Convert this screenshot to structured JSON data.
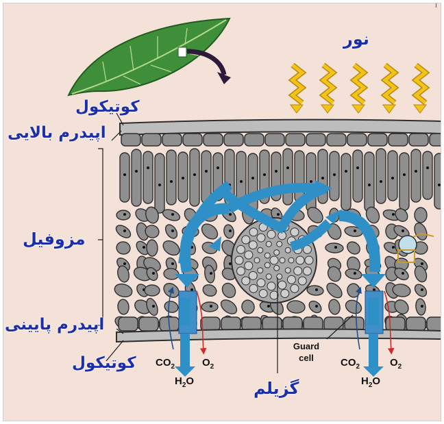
{
  "labels": {
    "light": "نور",
    "cuticle_top": "کوتیکول",
    "upper_epidermis": "اپیدرم بالایی",
    "mesophyll": "مزوفیل",
    "lower_epidermis": "اپیدرم پایینی",
    "cuticle_bottom": "کوتیکول",
    "xylem": "گزیلم",
    "guard_cell": "Guard cell"
  },
  "gases": {
    "left": {
      "co2": "CO",
      "co2_sub": "2",
      "o2": "O",
      "o2_sub": "2",
      "h2o_pre": "H",
      "h2o_sub": "2",
      "h2o_post": "O"
    },
    "right": {
      "co2": "CO",
      "co2_sub": "2",
      "o2": "O",
      "o2_sub": "2",
      "h2o_pre": "H",
      "h2o_sub": "2",
      "h2o_post": "O"
    }
  },
  "colors": {
    "background": "#f4e2d8",
    "label_text": "#1d2fa8",
    "leaf": "#3f8f3a",
    "light_rays": "#f2c41a",
    "flow_arrows": "#2f8fc7",
    "cells": "#8f8f8f",
    "cell_outline": "#2e2e2e",
    "o2_arrow": "#d12a2a"
  },
  "icons": [
    "leaf-icon",
    "light-ray-icon",
    "flow-arrow-icon"
  ]
}
